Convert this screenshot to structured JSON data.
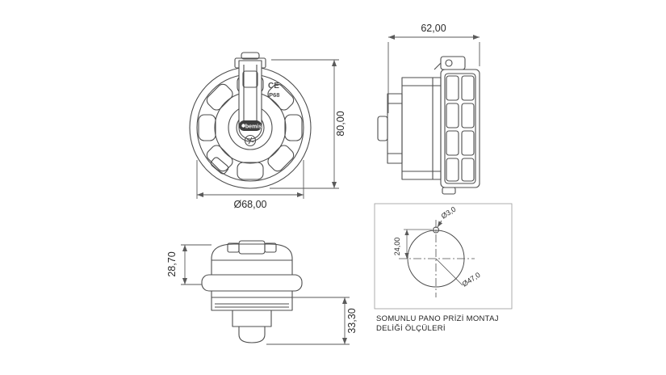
{
  "drawing": {
    "colors": {
      "line": "#4d4d4d",
      "dimension_line": "#5a5a5a",
      "dimension_text": "#2b2b2b",
      "background": "#ffffff",
      "brand_pill": "#3f3f3f"
    },
    "front_view": {
      "ce_mark": "CE",
      "ip_rating": "IP68",
      "brand": "bemis",
      "dim_diameter": "Ø68,00",
      "dim_height": "80,00"
    },
    "side_view": {
      "dim_width": "62,00"
    },
    "top_view": {
      "dim_left": "28,70",
      "dim_right": "33,30"
    },
    "mounting_view": {
      "dim_small_hole": "Ø3,0",
      "dim_offset": "24,00",
      "dim_main_hole": "Ø47,0",
      "caption_line1": "SOMUNLU PANO PRİZİ MONTAJ",
      "caption_line2": "DELİĞİ ÖLÇÜLERİ"
    }
  }
}
